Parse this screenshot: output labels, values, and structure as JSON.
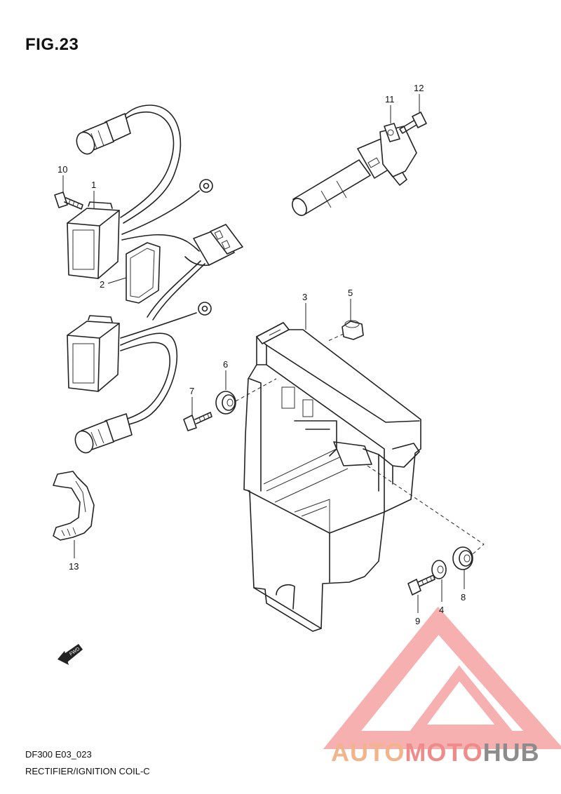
{
  "figure": {
    "title": "FIG.23"
  },
  "callouts": [
    "1",
    "2",
    "3",
    "4",
    "5",
    "6",
    "7",
    "8",
    "9",
    "10",
    "11",
    "12",
    "13"
  ],
  "direction_marker": {
    "text": "FWD"
  },
  "footer": {
    "code": "DF300 E03_023",
    "name": "RECTIFIER/IGNITION COIL-C"
  },
  "watermark": {
    "part1": "AUTO",
    "part2": "MOTO",
    "part3": "HUB",
    "colors": [
      "#f2b48a",
      "#f08b8b",
      "#8c8c8c"
    ]
  }
}
